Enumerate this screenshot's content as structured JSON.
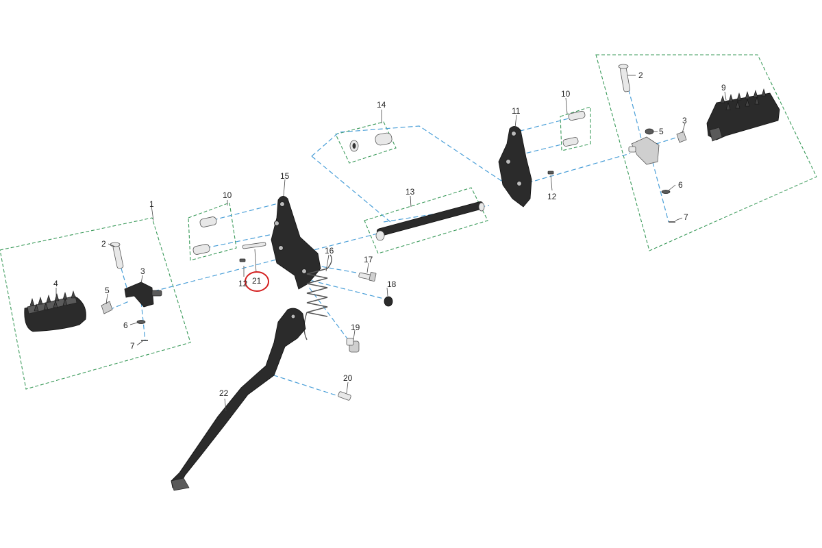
{
  "callouts": {
    "c1": "1",
    "c2_left": "2",
    "c3_left": "3",
    "c4": "4",
    "c5_left": "5",
    "c6_left": "6",
    "c7_left": "7",
    "c10_left": "10",
    "c12_left": "12",
    "c13": "13",
    "c14": "14",
    "c15": "15",
    "c16": "16",
    "c17": "17",
    "c18": "18",
    "c19": "19",
    "c20": "20",
    "c21": "21",
    "c22": "22",
    "c2_right": "2",
    "c3_right": "3",
    "c5_right": "5",
    "c6_right": "6",
    "c7_right": "7",
    "c9": "9",
    "c10_right": "10",
    "c11": "11",
    "c12_right": "12"
  },
  "colors": {
    "group_box": "#3a9a5a",
    "assembly_line": "#4a9fd8",
    "highlight": "#d42020",
    "part_dark": "#2b2b2b"
  }
}
